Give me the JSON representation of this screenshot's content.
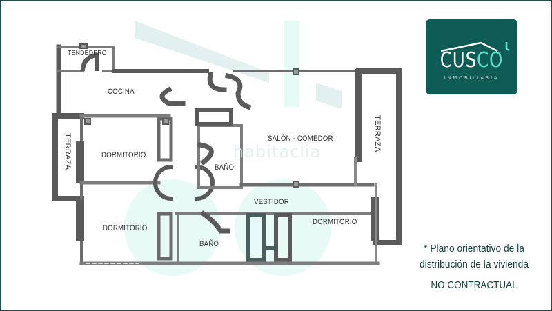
{
  "brand": {
    "name_part1": "CUS",
    "name_part2": "CO",
    "subtitle": "INMOBILIARIA",
    "colors": {
      "background": "#0f5c56",
      "text": "#ffffff",
      "accent": "#5fe0cd"
    }
  },
  "floorplan": {
    "rooms": [
      {
        "id": "tendedero",
        "label": "TENDEDERO"
      },
      {
        "id": "cocina",
        "label": "COCINA"
      },
      {
        "id": "terraza-left",
        "label": "TERRAZA"
      },
      {
        "id": "dormitorio-1",
        "label": "DORMITORIO"
      },
      {
        "id": "dormitorio-2",
        "label": "DORMITORIO"
      },
      {
        "id": "bano-1",
        "label": "BAÑO"
      },
      {
        "id": "salon-comedor",
        "label": "SALÓN - COMEDOR"
      },
      {
        "id": "terraza-right",
        "label": "TERRAZA"
      },
      {
        "id": "vestidor",
        "label": "VESTIDOR"
      },
      {
        "id": "bano-2",
        "label": "BAÑO"
      },
      {
        "id": "dormitorio-3",
        "label": "DORMITORIO"
      }
    ],
    "watermark": "habitaclia",
    "colors": {
      "wall": "#5a5a5a",
      "wall_light": "#8a8a8a",
      "watermark": "#d6ecea"
    }
  },
  "notes": {
    "disclaimer": "* Plano orientativo de la distribución de la vivienda",
    "contract": "NO CONTRACTUAL"
  }
}
